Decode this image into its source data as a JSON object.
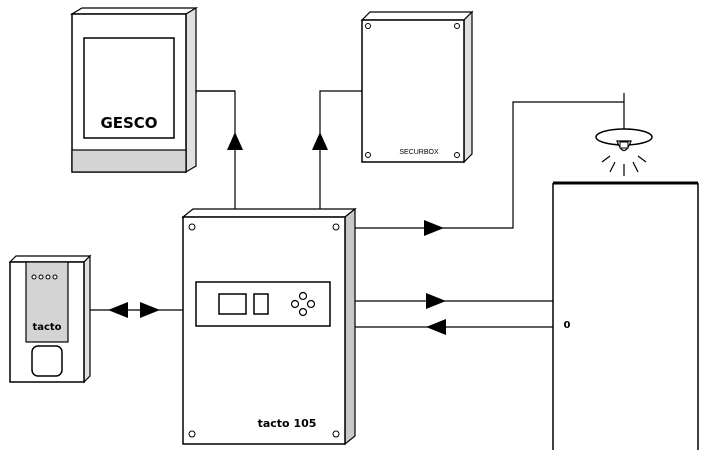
{
  "devices": {
    "gesco": {
      "label": "GESCO"
    },
    "securbox": {
      "label": "SECURBOX"
    },
    "tacto_reader": {
      "label": "tacto"
    },
    "controller": {
      "label": "tacto 105"
    },
    "door": {
      "handle_mark": "0"
    }
  },
  "colors": {
    "stroke": "#000000",
    "panel": "#d4d4d4",
    "shadow": "#c8c8c8",
    "background": "#ffffff"
  }
}
